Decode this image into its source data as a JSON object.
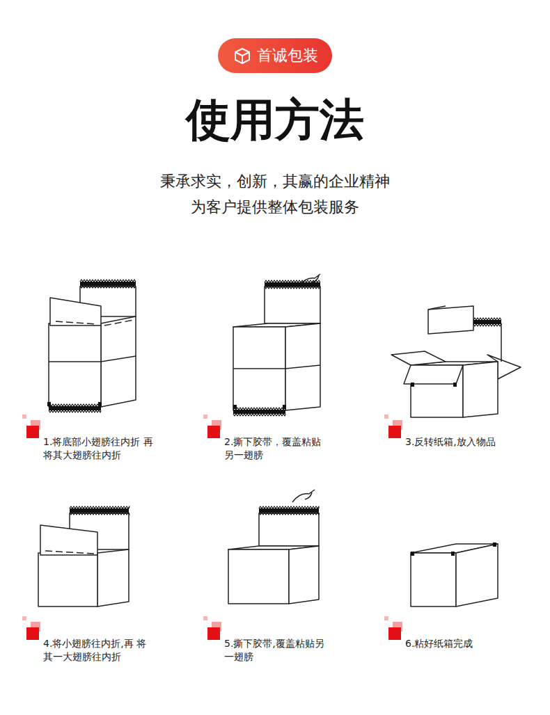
{
  "diagram": {
    "title": "使用方法",
    "nodes": [
      {
        "text": [
          "首诚包装"
        ]
      }
    ],
    "labels": [
      "秉承求实，创新，其赢的企业精神",
      "为客户提供整体包装服务",
      "1.将底部小翅膀往内折 再将其大翅膀往内折",
      "2.撕下胶带，覆盖粘贴 另一翅膀",
      "3.反转纸箱,放入物品",
      "4.将小翅膀往内折,再 将其一大翅膀往内折",
      "5.撕下胶带,覆盖粘贴另 一翅膀",
      "6.粘好纸箱完成"
    ]
  }
}
